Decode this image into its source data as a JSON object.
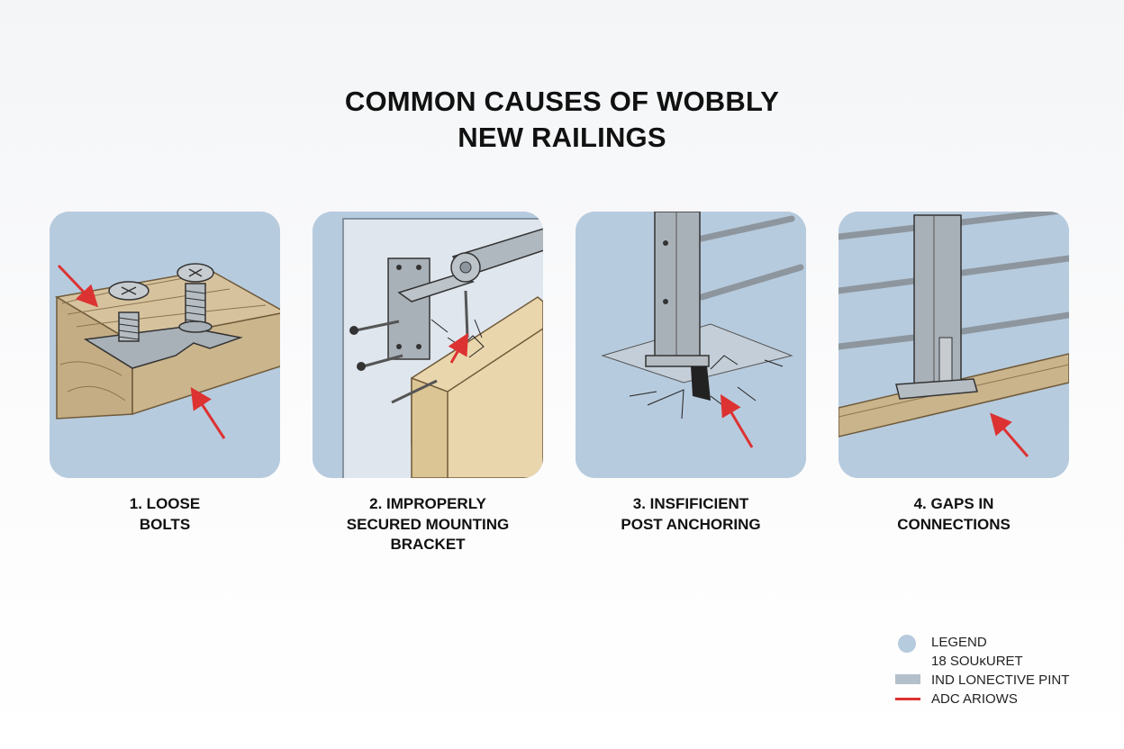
{
  "title": {
    "line1": "COMMON CAUSES OF WOBBLY",
    "line2": "NEW RAILINGS"
  },
  "panels": [
    {
      "icon": "loose-bolts-illustration",
      "caption_lines": [
        "1. LOOSE",
        "BOLTS"
      ]
    },
    {
      "icon": "mounting-bracket-illustration",
      "caption_lines": [
        "2. IMPROPERLY",
        "SECURED MOUNTING",
        "BRACKET"
      ]
    },
    {
      "icon": "post-anchoring-illustration",
      "caption_lines": [
        "3. INSFIFICIENT",
        "POST ANCHORING"
      ]
    },
    {
      "icon": "connection-gaps-illustration",
      "caption_lines": [
        "4. GAPS IN",
        "CONNECTIONS"
      ]
    }
  ],
  "legend": [
    {
      "swatch": "circle",
      "color": "#b7cbde",
      "label": "LEGEND"
    },
    {
      "swatch": "none",
      "label": "18 SOUĸURET"
    },
    {
      "swatch": "rect",
      "color": "#b3bfca",
      "label": "IND LONECTIVE PINT"
    },
    {
      "swatch": "line",
      "color": "#dd3232",
      "label": "ADC ARIOWS"
    }
  ],
  "colors": {
    "panel_background": "#b7cbde",
    "wood": "#c9b48c",
    "metal": "#a9b1b8",
    "arrow": "#dd3232"
  }
}
